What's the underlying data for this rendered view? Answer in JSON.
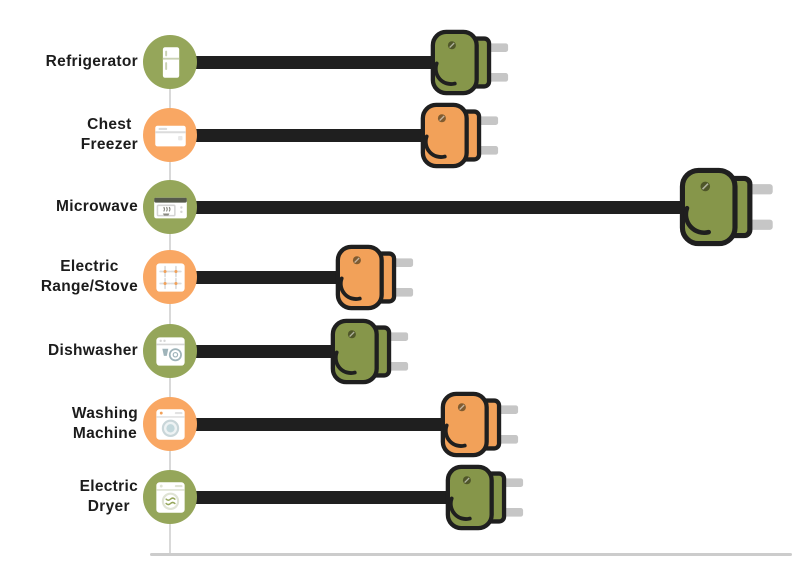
{
  "figure": {
    "title": "",
    "background": "#ffffff",
    "axis_color": "#d9d9d9"
  },
  "colors": {
    "green_plug": "#86964A",
    "green_circle": "#95A65A",
    "orange_plug": "#F2A159",
    "orange_circle": "#F9A763",
    "cord": "#1F1F1F",
    "outline": "#1F1F1F",
    "prong": "#C6C6C6",
    "text": "#1C1C1C"
  },
  "rows": [
    {
      "label_lines": [
        "Refrigerator"
      ],
      "icon": "refrigerator-icon",
      "color": "green",
      "cord_length": 340,
      "plug_size": "normal"
    },
    {
      "label_lines": [
        "Chest",
        "Freezer"
      ],
      "icon": "chest-freezer-icon",
      "color": "orange",
      "cord_length": 330,
      "plug_size": "normal"
    },
    {
      "label_lines": [
        "Microwave"
      ],
      "icon": "microwave-icon",
      "color": "green",
      "cord_length": 605,
      "plug_size": "large"
    },
    {
      "label_lines": [
        "Electric",
        "Range/Stove"
      ],
      "icon": "electric-range-icon",
      "color": "orange",
      "cord_length": 245,
      "plug_size": "normal"
    },
    {
      "label_lines": [
        "Dishwasher"
      ],
      "icon": "dishwasher-icon",
      "color": "green",
      "cord_length": 240,
      "plug_size": "normal"
    },
    {
      "label_lines": [
        "Washing",
        "Machine"
      ],
      "icon": "washing-machine-icon",
      "color": "orange",
      "cord_length": 350,
      "plug_size": "normal"
    },
    {
      "label_lines": [
        "Electric",
        "Dryer"
      ],
      "icon": "electric-dryer-icon",
      "color": "green",
      "cord_length": 355,
      "plug_size": "normal"
    }
  ],
  "chart_data": {
    "type": "bar",
    "orientation": "horizontal",
    "categories": [
      "Refrigerator",
      "Chest Freezer",
      "Microwave",
      "Electric Range/Stove",
      "Dishwasher",
      "Washing Machine",
      "Electric Dryer"
    ],
    "values": [
      340,
      330,
      605,
      245,
      240,
      350,
      355
    ],
    "units": "relative cord length (pixels, estimated; no numeric axis labels shown)",
    "title": "",
    "xlabel": "",
    "ylabel": "",
    "axis_labels_shown": false,
    "legend": "none",
    "grid": false,
    "notes": "Pictogram bar chart: each appliance's bar is drawn as a black power cord ending in a plug; plug/icon colors alternate olive green and orange; microwave has the longest cord and an oversized plug."
  }
}
